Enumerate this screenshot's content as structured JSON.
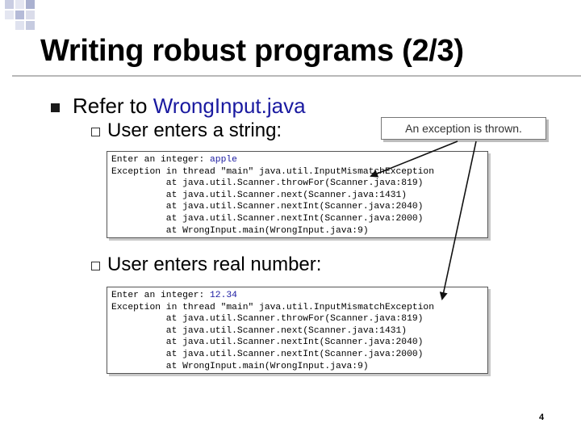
{
  "slide": {
    "title": "Writing robust programs (2/3)",
    "bullet": {
      "prefix": "Refer to ",
      "file": "WrongInput.java"
    },
    "subbullets": {
      "first": "User enters a string:",
      "second": "User enters real number:"
    },
    "callout": "An exception is thrown.",
    "page_number": "4"
  },
  "console1": {
    "prompt": "Enter an integer: ",
    "input": "apple",
    "lines": [
      "Exception in thread \"main\" java.util.InputMismatchException",
      "          at java.util.Scanner.throwFor(Scanner.java:819)",
      "          at java.util.Scanner.next(Scanner.java:1431)",
      "          at java.util.Scanner.nextInt(Scanner.java:2040)",
      "          at java.util.Scanner.nextInt(Scanner.java:2000)",
      "          at WrongInput.main(WrongInput.java:9)"
    ]
  },
  "console2": {
    "prompt": "Enter an integer: ",
    "input": "12.34",
    "lines": [
      "Exception in thread \"main\" java.util.InputMismatchException",
      "          at java.util.Scanner.throwFor(Scanner.java:819)",
      "          at java.util.Scanner.next(Scanner.java:1431)",
      "          at java.util.Scanner.nextInt(Scanner.java:2040)",
      "          at java.util.Scanner.nextInt(Scanner.java:2000)",
      "          at WrongInput.main(WrongInput.java:9)"
    ]
  },
  "colors": {
    "title": "#000000",
    "link_blue": "#1a1aa0",
    "decor_squares": [
      "#cfd3e6",
      "#aeb5d3",
      "#e6e8f2"
    ]
  }
}
